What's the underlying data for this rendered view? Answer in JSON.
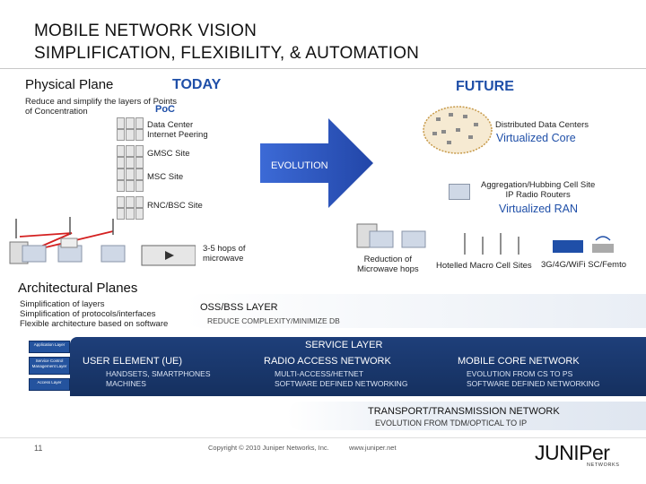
{
  "header": {
    "title_line1": "MOBILE NETWORK VISION",
    "title_line2": "SIMPLIFICATION, FLEXIBILITY, & AUTOMATION"
  },
  "physical_plane": {
    "label": "Physical Plane",
    "today": "TODAY",
    "future": "FUTURE",
    "reduce_text_line1": "Reduce and simplify the layers of Points",
    "reduce_text_line2": "of Concentration",
    "poc": "PoC",
    "data_center_line1": "Data Center",
    "data_center_line2": "Internet Peering",
    "gmsc": "GMSC Site",
    "msc": "MSC Site",
    "rnc": "RNC/BSC Site",
    "evolution": "EVOLUTION",
    "distributed": "Distributed Data Centers",
    "virtualized_core": "Virtualized Core",
    "agg_line1": "Aggregation/Hubbing Cell Site",
    "agg_line2": "IP Radio Routers",
    "virtualized_ran": "Virtualized RAN",
    "hops_line1": "3-5 hops of",
    "hops_line2": "microwave",
    "reduction_line1": "Reduction of",
    "reduction_line2": "Microwave hops",
    "hoteled": "Hotelled Macro Cell Sites",
    "femto": "3G/4G/WiFi SC/Femto"
  },
  "architectural": {
    "label": "Architectural Planes",
    "simp1": "Simplification of layers",
    "simp2": "Simplification of protocols/interfaces",
    "simp3": "Flexible architecture based on software",
    "left_buttons": [
      "Application Layer",
      "Service Control Management Layer",
      "Access Layer"
    ],
    "oss_title": "OSS/BSS LAYER",
    "oss_sub": "REDUCE COMPLEXITY/MINIMIZE DB",
    "service_layer": "SERVICE LAYER",
    "user_element_title": "USER ELEMENT (UE)",
    "user_element_sub1": "HANDSETS, SMARTPHONES",
    "user_element_sub2": "MACHINES",
    "ran_title": "RADIO ACCESS NETWORK",
    "ran_sub1": "MULTI-ACCESS/HETNET",
    "ran_sub2": "SOFTWARE DEFINED NETWORKING",
    "core_title": "MOBILE CORE NETWORK",
    "core_sub1": "EVOLUTION FROM CS TO PS",
    "core_sub2": "SOFTWARE DEFINED NETWORKING",
    "transport_title": "TRANSPORT/TRANSMISSION NETWORK",
    "transport_sub": "EVOLUTION FROM TDM/OPTICAL TO IP"
  },
  "footer": {
    "page_number": "11",
    "copyright": "Copyright © 2010 Juniper Networks, Inc.",
    "url": "www.juniper.net",
    "logo_word": "JUNIPer",
    "logo_sub": "NETWORKS"
  },
  "colors": {
    "accent_blue": "#1f4fa8",
    "arrow_blue": "#2f58c9",
    "service_dark": "#15305f"
  }
}
